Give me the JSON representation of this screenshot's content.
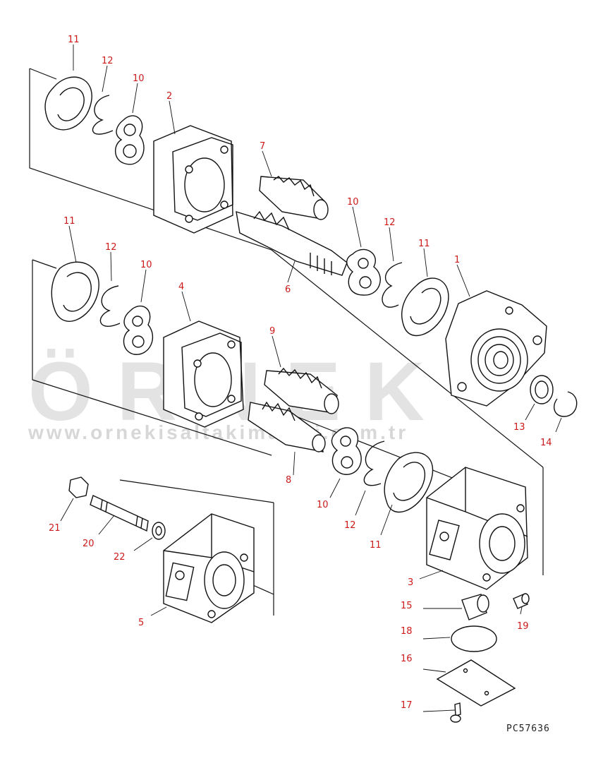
{
  "watermark": {
    "word": "ÖRNEK",
    "url": "www.ornekisaltakimalari.com.tr"
  },
  "drawing_code": "PC57636",
  "callouts": [
    {
      "id": "c11a",
      "label": "11"
    },
    {
      "id": "c12a",
      "label": "12"
    },
    {
      "id": "c10a",
      "label": "10"
    },
    {
      "id": "c2",
      "label": "2"
    },
    {
      "id": "c7",
      "label": "7"
    },
    {
      "id": "c10b",
      "label": "10"
    },
    {
      "id": "c12b",
      "label": "12"
    },
    {
      "id": "c11b",
      "label": "11"
    },
    {
      "id": "c1",
      "label": "1"
    },
    {
      "id": "c6",
      "label": "6"
    },
    {
      "id": "c11c",
      "label": "11"
    },
    {
      "id": "c12c",
      "label": "12"
    },
    {
      "id": "c10c",
      "label": "10"
    },
    {
      "id": "c4",
      "label": "4"
    },
    {
      "id": "c9",
      "label": "9"
    },
    {
      "id": "c13",
      "label": "13"
    },
    {
      "id": "c14",
      "label": "14"
    },
    {
      "id": "c8",
      "label": "8"
    },
    {
      "id": "c10d",
      "label": "10"
    },
    {
      "id": "c12d",
      "label": "12"
    },
    {
      "id": "c11d",
      "label": "11"
    },
    {
      "id": "c21",
      "label": "21"
    },
    {
      "id": "c20",
      "label": "20"
    },
    {
      "id": "c22",
      "label": "22"
    },
    {
      "id": "c5",
      "label": "5"
    },
    {
      "id": "c3",
      "label": "3"
    },
    {
      "id": "c15",
      "label": "15"
    },
    {
      "id": "c19",
      "label": "19"
    },
    {
      "id": "c18",
      "label": "18"
    },
    {
      "id": "c16",
      "label": "16"
    },
    {
      "id": "c17",
      "label": "17"
    }
  ]
}
